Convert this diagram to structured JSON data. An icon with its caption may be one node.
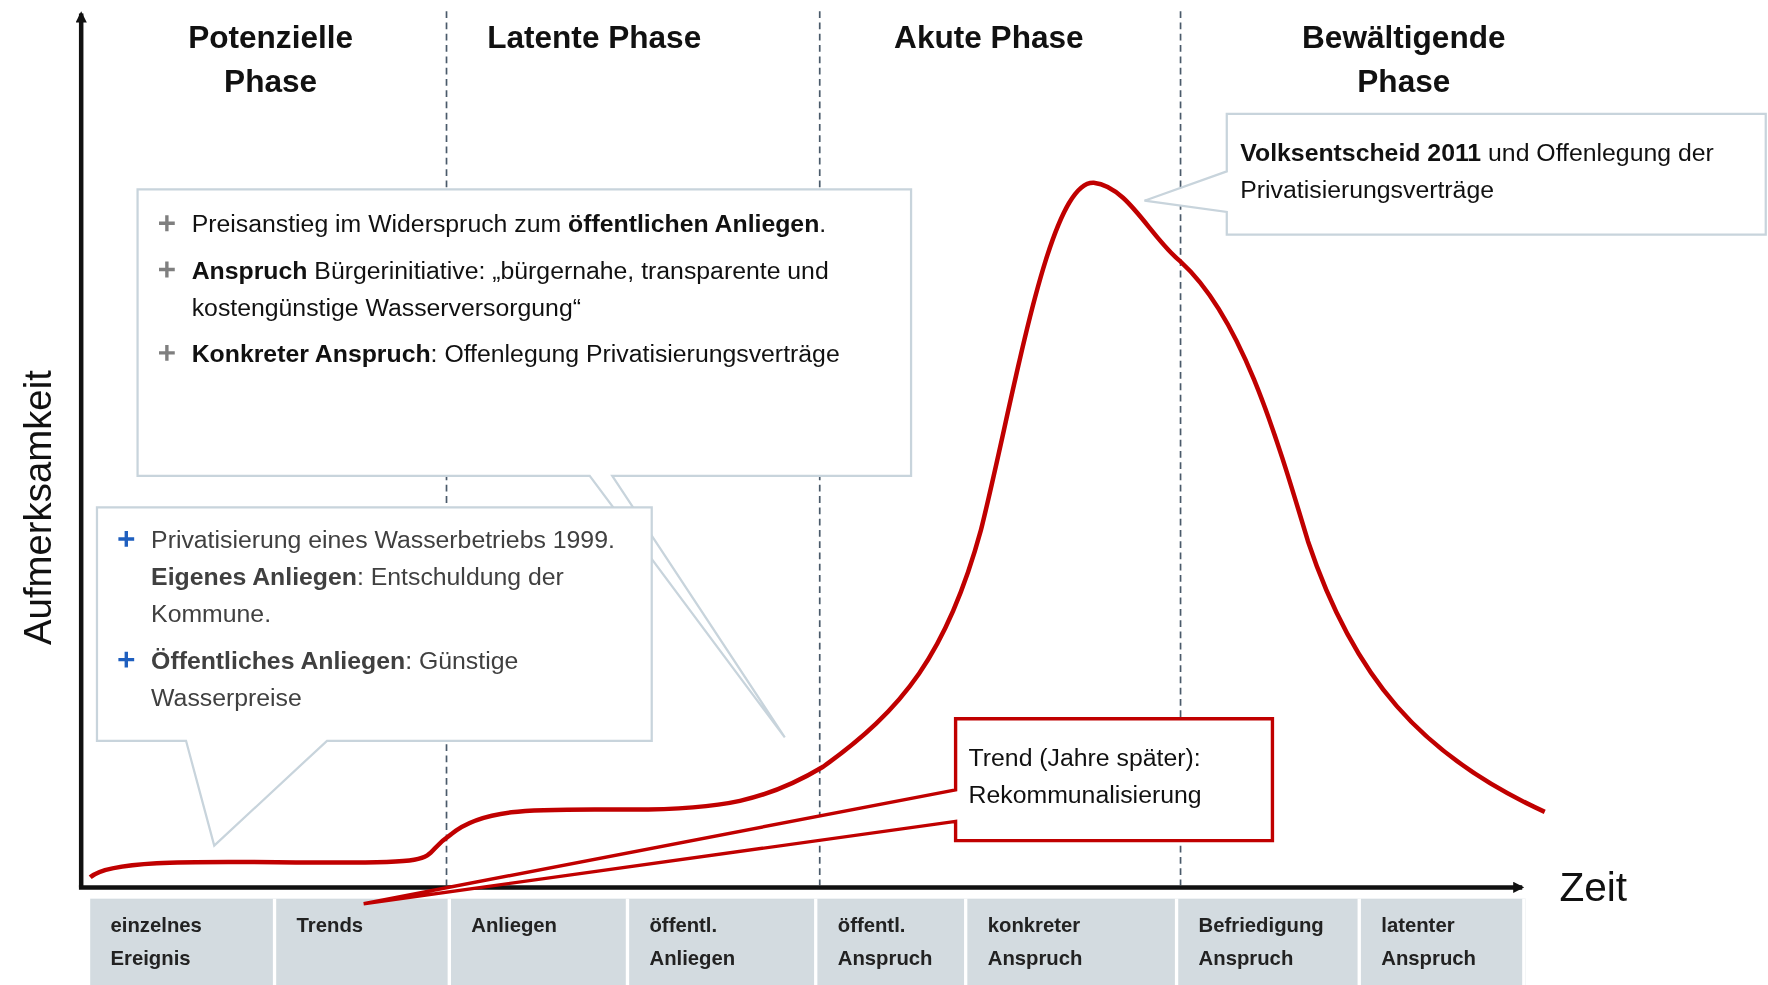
{
  "diagram": {
    "nodes": [
      {
        "text": [
          "Preisanstieg im Widerspruch zum **öffentlichen Anliegen**.",
          "**Anspruch** Bürgerinitiative: „bürgernahe, transparente und kostengünstige Wasserversorgung“",
          "**Konkreter Anspruch**: Offenlegung Privatisierungsverträge"
        ]
      },
      {
        "text": [
          "**Volksentscheid 2011** und Offenlegung der Privatisierungsverträge"
        ]
      },
      {
        "text": [
          "Privatisierung eines Wasserbetriebs 1999. **Eigenes Anliegen**: Entschuldung der Kommune.",
          "**Öffentliches Anliegen**: Günstige Wasserpreise"
        ]
      },
      {
        "text": [
          "Trend (Jahre später): Rekommunalisierung"
        ]
      }
    ],
    "labels": [
      "Potenzielle Phase",
      "Latente Phase",
      "Akute Phase",
      "Bewältigende Phase",
      "Aufmerksamkeit",
      "Zeit",
      "einzelnes Ereignis",
      "Trends",
      "Anliegen",
      "öffentl. Anliegen",
      "öffentl. Anspruch",
      "konkreter Anspruch",
      "Befriedigung Anspruch",
      "latenter Anspruch"
    ]
  }
}
